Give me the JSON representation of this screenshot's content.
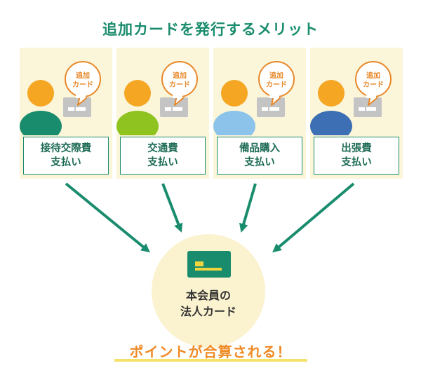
{
  "title": "追加カードを発行するメリット",
  "bubble": {
    "line1": "追加",
    "line2": "カード"
  },
  "cards": [
    {
      "line1": "接待交際費",
      "line2": "支払い",
      "body_color": "#1a8c6e"
    },
    {
      "line1": "交通費",
      "line2": "支払い",
      "body_color": "#8fc31f"
    },
    {
      "line1": "備品購入",
      "line2": "支払い",
      "body_color": "#8cc3ea"
    },
    {
      "line1": "出張費",
      "line2": "支払い",
      "body_color": "#3c6fb4"
    }
  ],
  "center": {
    "line1": "本会員の",
    "line2": "法人カード"
  },
  "bottom_text": "ポイントが合算される！",
  "colors": {
    "accent": "#1a8c6e",
    "orange": "#ef8a25",
    "card_bg": "#fbf5d9",
    "head": "#f5a623",
    "gray_card": "#c4c4c4"
  }
}
